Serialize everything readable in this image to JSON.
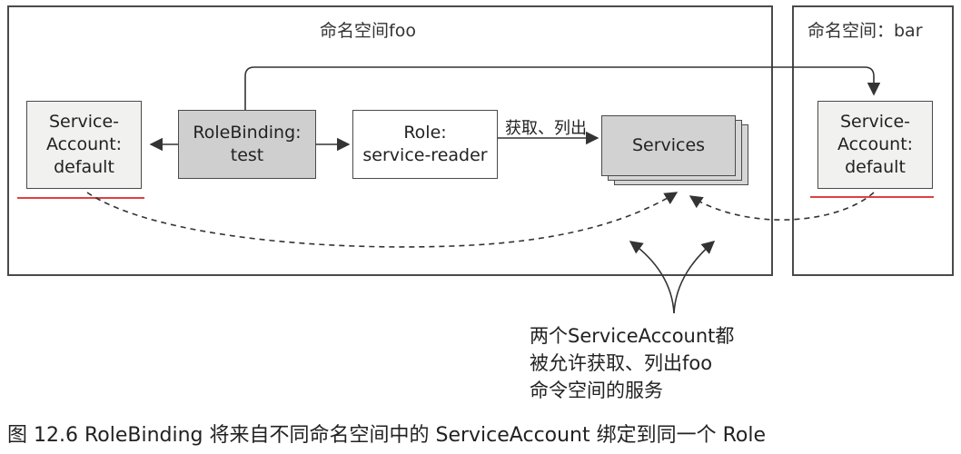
{
  "namespaces": {
    "foo": {
      "title": "命名空间foo"
    },
    "bar": {
      "title": "命名空间：bar"
    }
  },
  "nodes": {
    "sa_foo": {
      "lines": [
        "Service-",
        "Account:",
        "default"
      ]
    },
    "rolebinding": {
      "lines": [
        "RoleBinding:",
        "test"
      ]
    },
    "role": {
      "lines": [
        "Role:",
        "service-reader"
      ]
    },
    "services": {
      "label": "Services"
    },
    "sa_bar": {
      "lines": [
        "Service-",
        "Account:",
        "default"
      ]
    }
  },
  "edges": {
    "role_to_services": {
      "label": "获取、列出"
    }
  },
  "annotation": {
    "lines": [
      "两个ServiceAccount都",
      "被允许获取、列出foo",
      "命令空间的服务"
    ]
  },
  "caption": "图 12.6 RoleBinding 将来自不同命名空间中的 ServiceAccount 绑定到同一个 Role",
  "colors": {
    "highlight_underline": "#e04040",
    "box_border": "#4a4a4a",
    "dark_node": "#cfcfcf"
  }
}
